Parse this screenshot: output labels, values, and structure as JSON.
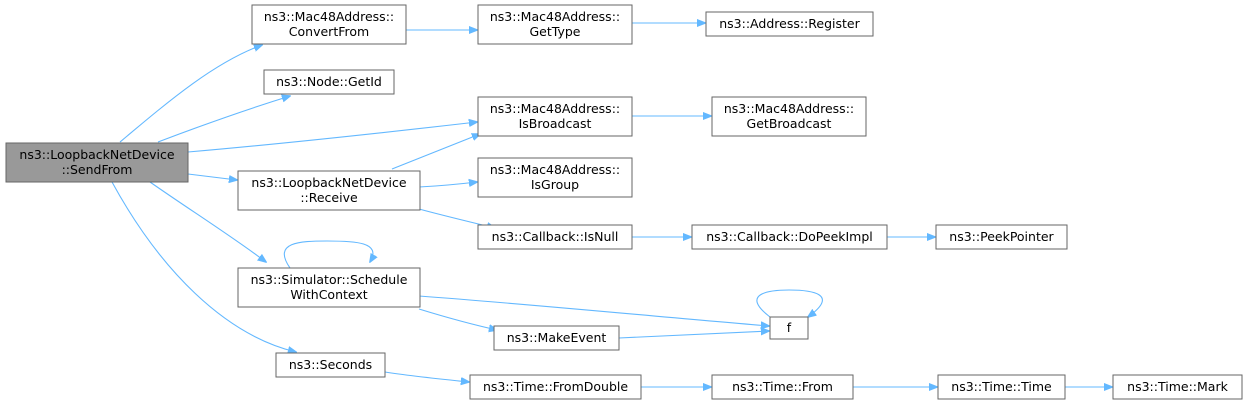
{
  "nodes": {
    "loopback_sendfrom": {
      "line1": "ns3::LoopbackNetDevice",
      "line2": "::SendFrom"
    },
    "mac48_convertfrom": {
      "line1": "ns3::Mac48Address::",
      "line2": "ConvertFrom"
    },
    "mac48_gettype": {
      "line1": "ns3::Mac48Address::",
      "line2": "GetType"
    },
    "address_register": {
      "line1": "ns3::Address::Register"
    },
    "node_getid": {
      "line1": "ns3::Node::GetId"
    },
    "mac48_isbroadcast": {
      "line1": "ns3::Mac48Address::",
      "line2": "IsBroadcast"
    },
    "mac48_getbroadcast": {
      "line1": "ns3::Mac48Address::",
      "line2": "GetBroadcast"
    },
    "loopback_receive": {
      "line1": "ns3::LoopbackNetDevice",
      "line2": "::Receive"
    },
    "mac48_isgroup": {
      "line1": "ns3::Mac48Address::",
      "line2": "IsGroup"
    },
    "callback_isnull": {
      "line1": "ns3::Callback::IsNull"
    },
    "callback_dopeekimpl": {
      "line1": "ns3::Callback::DoPeekImpl"
    },
    "peekpointer": {
      "line1": "ns3::PeekPointer"
    },
    "simulator_schedulewithcontext": {
      "line1": "ns3::Simulator::Schedule",
      "line2": "WithContext"
    },
    "f": {
      "line1": "f"
    },
    "makeevent": {
      "line1": "ns3::MakeEvent"
    },
    "seconds": {
      "line1": "ns3::Seconds"
    },
    "time_fromdouble": {
      "line1": "ns3::Time::FromDouble"
    },
    "time_from": {
      "line1": "ns3::Time::From"
    },
    "time_time": {
      "line1": "ns3::Time::Time"
    },
    "time_mark": {
      "line1": "ns3::Time::Mark"
    }
  },
  "edges": [
    [
      "loopback_sendfrom",
      "mac48_convertfrom"
    ],
    [
      "mac48_convertfrom",
      "mac48_gettype"
    ],
    [
      "mac48_gettype",
      "address_register"
    ],
    [
      "loopback_sendfrom",
      "node_getid"
    ],
    [
      "loopback_sendfrom",
      "mac48_isbroadcast"
    ],
    [
      "mac48_isbroadcast",
      "mac48_getbroadcast"
    ],
    [
      "loopback_sendfrom",
      "loopback_receive"
    ],
    [
      "loopback_receive",
      "mac48_isbroadcast"
    ],
    [
      "loopback_receive",
      "mac48_isgroup"
    ],
    [
      "loopback_receive",
      "callback_isnull"
    ],
    [
      "callback_isnull",
      "callback_dopeekimpl"
    ],
    [
      "callback_dopeekimpl",
      "peekpointer"
    ],
    [
      "loopback_sendfrom",
      "simulator_schedulewithcontext"
    ],
    [
      "simulator_schedulewithcontext",
      "simulator_schedulewithcontext"
    ],
    [
      "simulator_schedulewithcontext",
      "f"
    ],
    [
      "simulator_schedulewithcontext",
      "makeevent"
    ],
    [
      "makeevent",
      "f"
    ],
    [
      "f",
      "f"
    ],
    [
      "loopback_sendfrom",
      "seconds"
    ],
    [
      "seconds",
      "time_fromdouble"
    ],
    [
      "time_fromdouble",
      "time_from"
    ],
    [
      "time_from",
      "time_time"
    ],
    [
      "time_time",
      "time_mark"
    ]
  ],
  "colors": {
    "edge": "#63b8ff",
    "root_fill": "#999999",
    "border": "#666666"
  }
}
